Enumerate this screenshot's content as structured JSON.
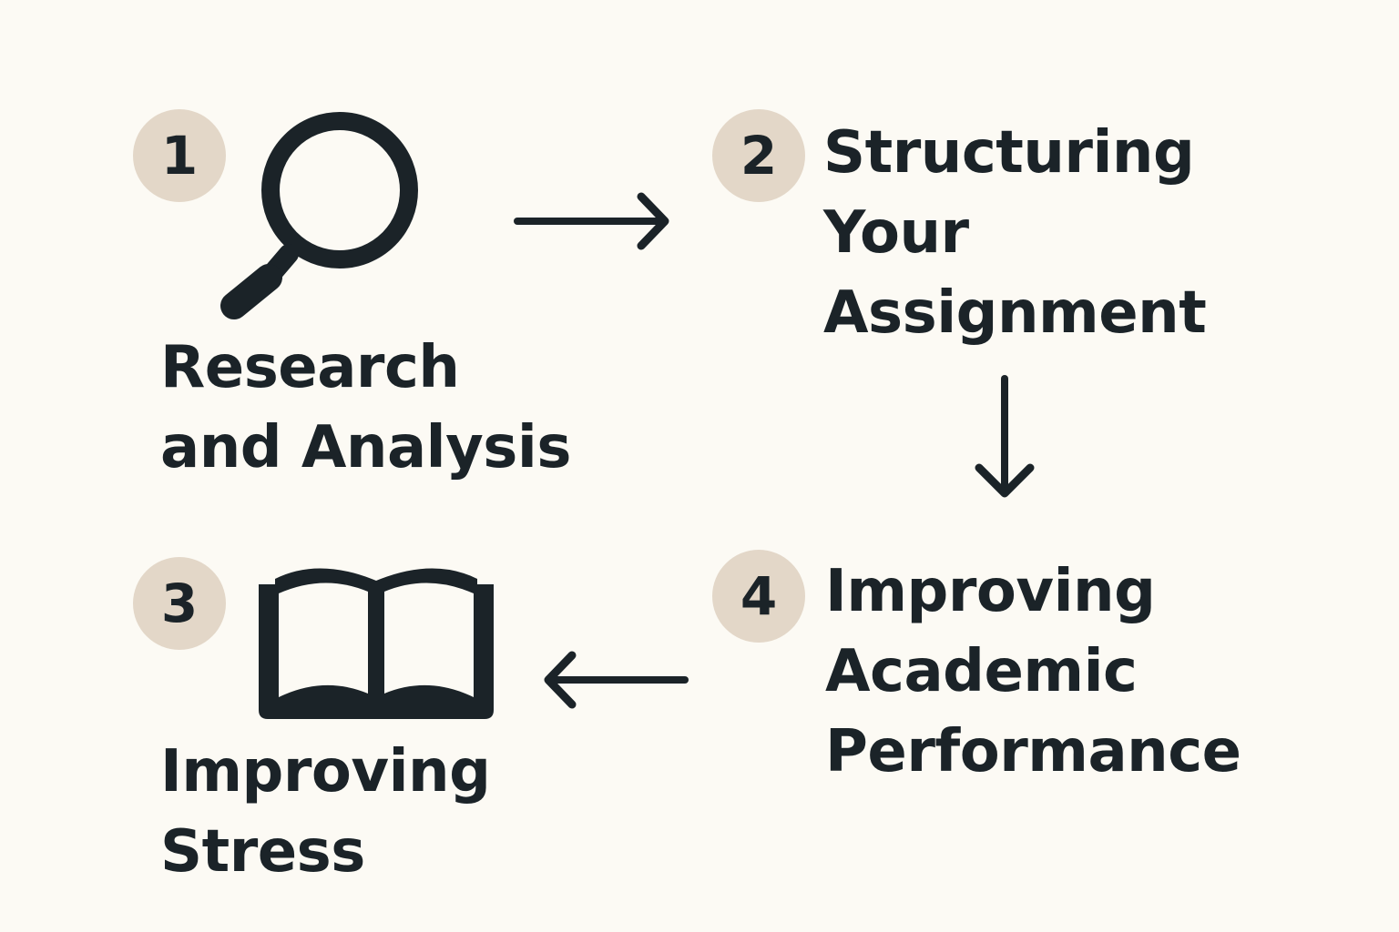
{
  "steps": [
    {
      "number": "1",
      "label_lines": [
        "Research",
        "and Analysis"
      ],
      "icon": "magnifying-glass-icon"
    },
    {
      "number": "2",
      "label_lines": [
        "Structuring",
        "Your",
        "Assignment"
      ],
      "icon": null
    },
    {
      "number": "3",
      "label_lines": [
        "Improving",
        "Stress"
      ],
      "icon": "open-book-icon"
    },
    {
      "number": "4",
      "label_lines": [
        "Improving",
        "Academic",
        "Performance"
      ],
      "icon": null
    }
  ],
  "connectors": [
    {
      "from": "1",
      "to": "2",
      "direction": "right"
    },
    {
      "from": "2",
      "to": "4",
      "direction": "down"
    },
    {
      "from": "4",
      "to": "3",
      "direction": "left"
    }
  ],
  "colors": {
    "background": "#fcfaf4",
    "badge": "#e3d7c8",
    "ink": "#1b2328"
  }
}
